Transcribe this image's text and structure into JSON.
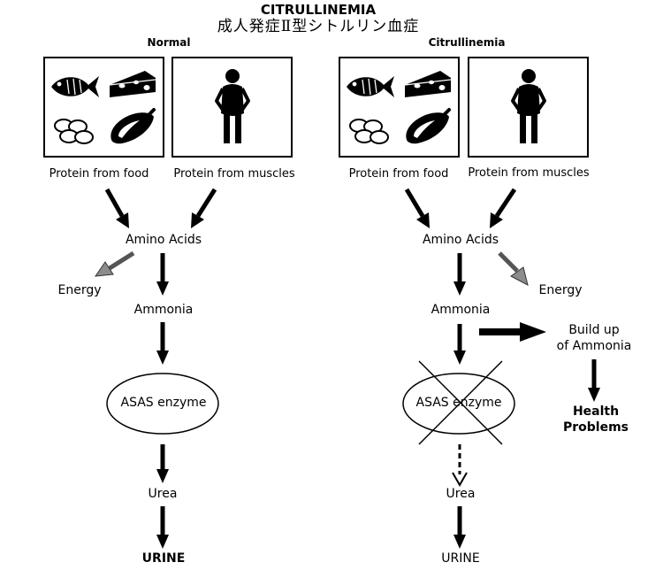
{
  "header": {
    "title": "CITRULLINEMIA",
    "subtitle": "成人発症Ⅱ型シトルリン血症"
  },
  "normal": {
    "heading": "Normal",
    "food_label": "Protein from food",
    "muscle_label": "Protein from muscles",
    "amino_acids": "Amino Acids",
    "energy": "Energy",
    "ammonia": "Ammonia",
    "enzyme": "ASAS enzyme",
    "urea": "Urea",
    "urine": "URINE"
  },
  "citrullinemia": {
    "heading": "Citrullinemia",
    "food_label": "Protein from food",
    "muscle_label": "Protein from muscles",
    "amino_acids": "Amino Acids",
    "energy": "Energy",
    "ammonia": "Ammonia",
    "buildup_line1": "Build up",
    "buildup_line2": "of Ammonia",
    "enzyme": "ASAS enzyme",
    "health_line1": "Health",
    "health_line2": "Problems",
    "urea": "Urea",
    "urine": "URINE"
  },
  "icons": [
    "fish-icon",
    "cheese-icon",
    "eggs-icon",
    "meat-icon",
    "person-icon"
  ],
  "colors": {
    "ink": "#000000",
    "energy_arrow": "#8c8c8c"
  }
}
